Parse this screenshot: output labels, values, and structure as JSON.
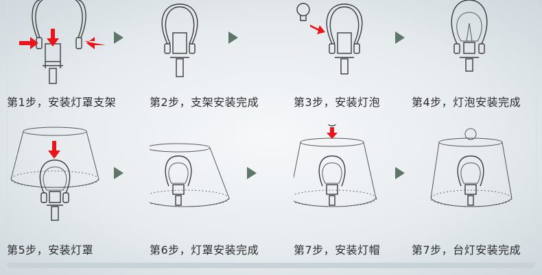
{
  "steps": [
    {
      "caption": "第1步，安装灯罩支架"
    },
    {
      "caption": "第2步，支架安装完成"
    },
    {
      "caption": "第3步，安装灯泡"
    },
    {
      "caption": "第4步，灯泡安装完成"
    },
    {
      "caption": "第5步，安装灯罩"
    },
    {
      "caption": "第6步，灯罩安装完成"
    },
    {
      "caption": "第7步，安装灯帽"
    },
    {
      "caption": "第7步，台灯安装完成"
    }
  ],
  "colors": {
    "arrow": "#5e7668",
    "highlight": "#e8161b",
    "line": "#3a3a3a"
  }
}
